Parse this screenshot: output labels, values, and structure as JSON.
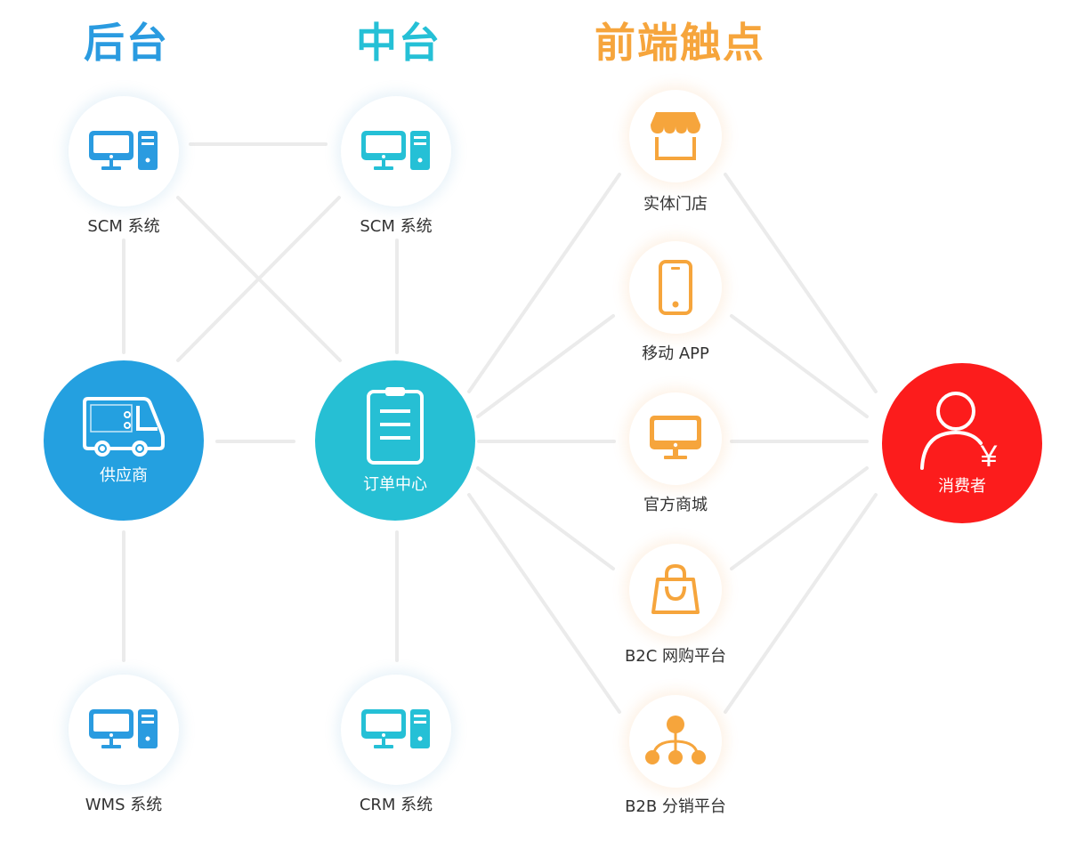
{
  "columns": {
    "backend": {
      "title": "后台",
      "color": "#2a9be0"
    },
    "middle": {
      "title": "中台",
      "color": "#25c0d6"
    },
    "front": {
      "title": "前端触点",
      "color": "#f6a53c"
    }
  },
  "backend": {
    "top_system": "SCM 系统",
    "hub": "供应商",
    "bottom_system": "WMS 系统"
  },
  "middle": {
    "top_system": "SCM 系统",
    "hub": "订单中心",
    "bottom_system": "CRM 系统"
  },
  "front": {
    "touchpoints": [
      {
        "label": "实体门店",
        "icon": "store-icon"
      },
      {
        "label": "移动 APP",
        "icon": "mobile-phone-icon"
      },
      {
        "label": "官方商城",
        "icon": "monitor-icon"
      },
      {
        "label": "B2C 网购平台",
        "icon": "shopping-bag-icon"
      },
      {
        "label": "B2B 分销平台",
        "icon": "network-icon"
      }
    ]
  },
  "consumer": {
    "label": "消费者",
    "icon": "user-yen-icon",
    "currency_symbol": "¥"
  },
  "colors": {
    "supplier_hub": "#24a0e0",
    "order_hub": "#26bfd4",
    "consumer_hub": "#fc1c1c",
    "link_line": "#ebebeb",
    "icon_blue": "#2a9be0",
    "icon_cyan": "#25c0d6",
    "icon_orange": "#f6a53c"
  }
}
